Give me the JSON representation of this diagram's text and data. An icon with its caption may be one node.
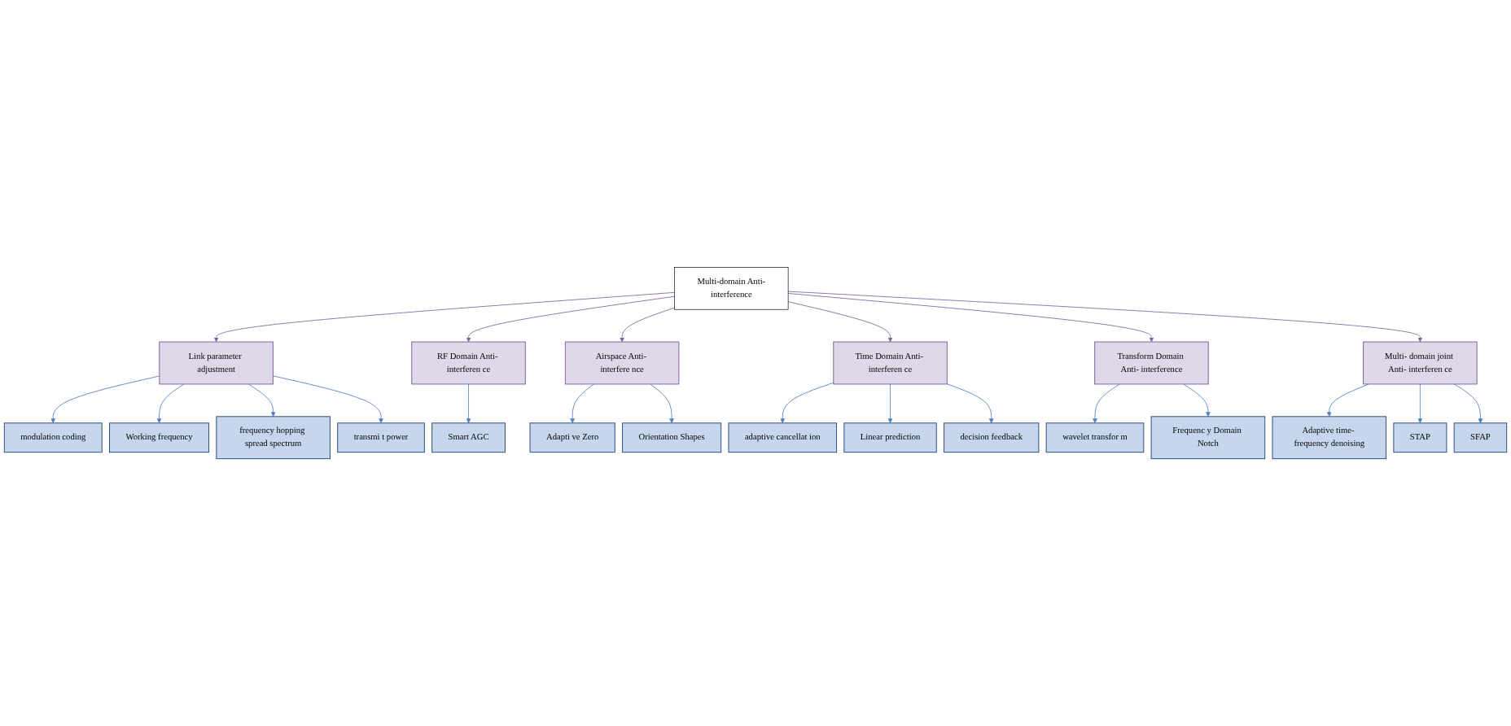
{
  "diagram": {
    "nodes": [
      {
        "text": [
          "Multi-domain Anti-interference"
        ]
      },
      {
        "text": [
          "Link parameter adjustment"
        ]
      },
      {
        "text": [
          "RF Domain Anti- interferen ce"
        ]
      },
      {
        "text": [
          "Airspace Anti- interfere nce"
        ]
      },
      {
        "text": [
          "Time Domain Anti- interferen ce"
        ]
      },
      {
        "text": [
          "Transform Domain Anti- interference"
        ]
      },
      {
        "text": [
          "Multi- domain joint Anti- interferen ce"
        ]
      },
      {
        "text": [
          "modulation coding"
        ]
      },
      {
        "text": [
          "Working frequency"
        ]
      },
      {
        "text": [
          "frequency hopping spread spectrum"
        ]
      },
      {
        "text": [
          "transmi t power"
        ]
      },
      {
        "text": [
          "Smart AGC"
        ]
      },
      {
        "text": [
          "Adapti ve Zero"
        ]
      },
      {
        "text": [
          "Orientation Shapes"
        ]
      },
      {
        "text": [
          "adaptive cancellat ion"
        ]
      },
      {
        "text": [
          "Linear prediction"
        ]
      },
      {
        "text": [
          "decision feedback"
        ]
      },
      {
        "text": [
          "wavelet transfor m"
        ]
      },
      {
        "text": [
          "Frequenc y Domain Notch"
        ]
      },
      {
        "text": [
          "Adaptive time- frequency denoising"
        ]
      },
      {
        "text": [
          "STAP"
        ]
      },
      {
        "text": [
          "SFAP"
        ]
      }
    ],
    "edges": [
      {
        "from": 0,
        "to": 1,
        "arrow": "to",
        "color": "#8064a2"
      },
      {
        "from": 0,
        "to": 2,
        "arrow": "to",
        "color": "#8064a2"
      },
      {
        "from": 0,
        "to": 3,
        "arrow": "to",
        "color": "#8064a2"
      },
      {
        "from": 0,
        "to": 4,
        "arrow": "to",
        "color": "#8064a2"
      },
      {
        "from": 0,
        "to": 5,
        "arrow": "to",
        "color": "#8064a2"
      },
      {
        "from": 0,
        "to": 6,
        "arrow": "to",
        "color": "#8064a2"
      },
      {
        "from": 1,
        "to": 7,
        "arrow": "to"
      },
      {
        "from": 1,
        "to": 8,
        "arrow": "to"
      },
      {
        "from": 1,
        "to": 9,
        "arrow": "to"
      },
      {
        "from": 1,
        "to": 10,
        "arrow": "to"
      },
      {
        "from": 2,
        "to": 11,
        "arrow": "to"
      },
      {
        "from": 3,
        "to": 12,
        "arrow": "to"
      },
      {
        "from": 3,
        "to": 13,
        "arrow": "to"
      },
      {
        "from": 4,
        "to": 14,
        "arrow": "to"
      },
      {
        "from": 4,
        "to": 15,
        "arrow": "to"
      },
      {
        "from": 4,
        "to": 16,
        "arrow": "to"
      },
      {
        "from": 5,
        "to": 17,
        "arrow": "to"
      },
      {
        "from": 5,
        "to": 18,
        "arrow": "to"
      },
      {
        "from": 6,
        "to": 19,
        "arrow": "to"
      },
      {
        "from": 6,
        "to": 20,
        "arrow": "to"
      },
      {
        "from": 6,
        "to": 21,
        "arrow": "to"
      }
    ]
  }
}
